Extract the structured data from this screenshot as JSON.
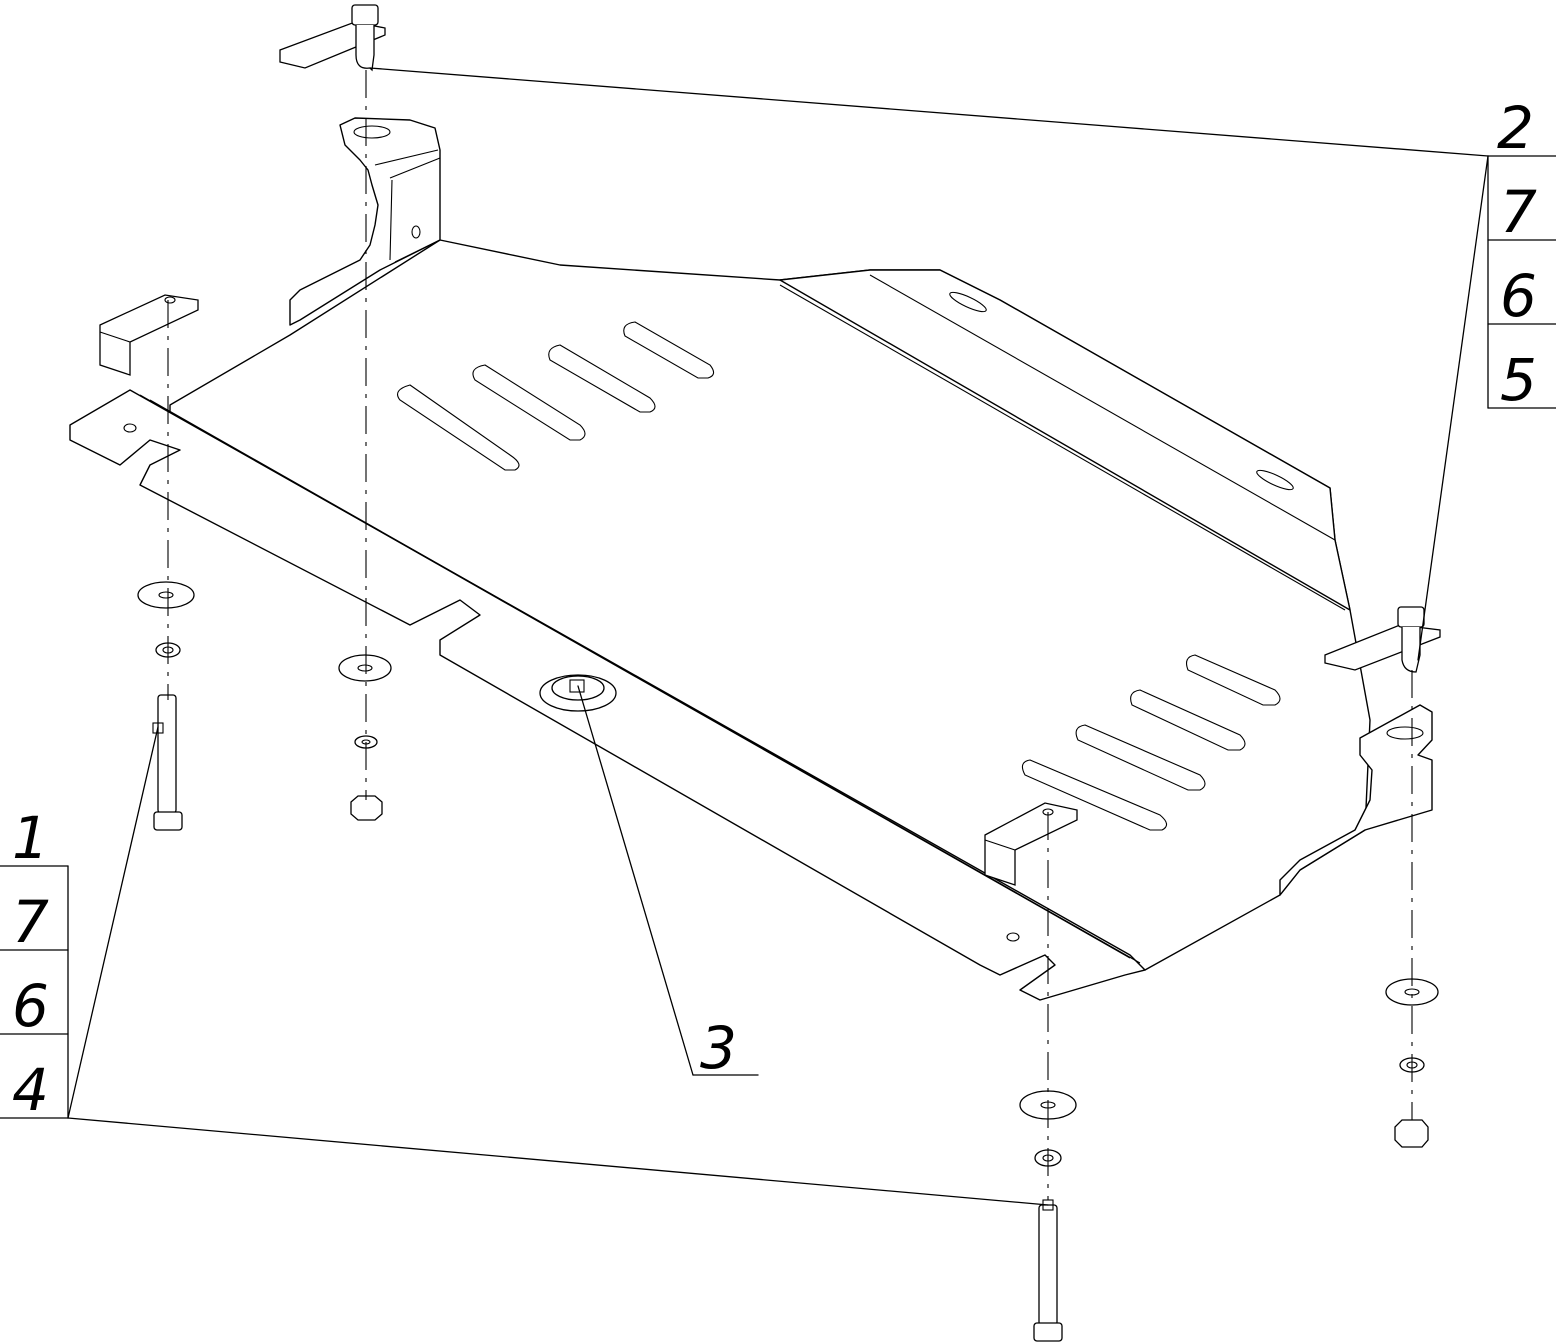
{
  "callouts": {
    "top_right": [
      "2",
      "7",
      "6",
      "5"
    ],
    "bottom_left": [
      "1",
      "7",
      "6",
      "4"
    ],
    "center": "3"
  }
}
